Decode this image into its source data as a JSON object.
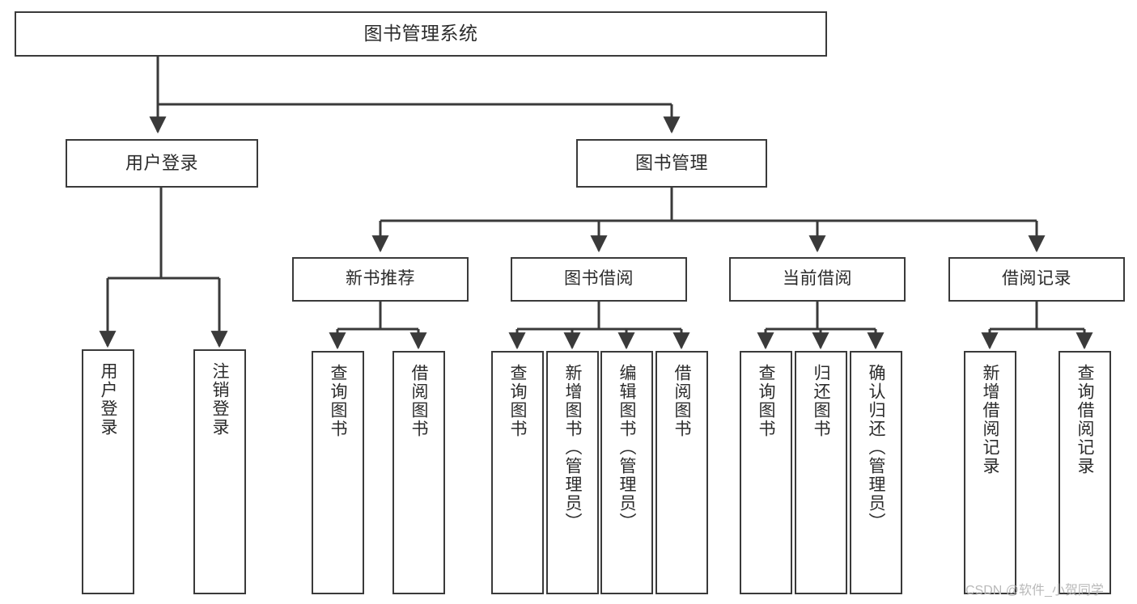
{
  "diagram": {
    "title": "图书管理系统",
    "type": "hierarchy-tree",
    "watermark": "CSDN @软件_小贺同学",
    "colors": {
      "background": "#ffffff",
      "box_border": "#3a3a3a",
      "box_fill": "#ffffff",
      "connector": "#3a3a3a",
      "text": "#2b2b2b",
      "watermark": "#b9b9b9"
    },
    "nodes": {
      "root": {
        "label": "图书管理系统"
      },
      "tier2": [
        {
          "label": "用户登录"
        },
        {
          "label": "图书管理"
        }
      ],
      "tier3": [
        {
          "label": "新书推荐"
        },
        {
          "label": "图书借阅"
        },
        {
          "label": "当前借阅"
        },
        {
          "label": "借阅记录"
        }
      ],
      "leaves_user_login": [
        {
          "label": "用户登录"
        },
        {
          "label": "注销登录"
        }
      ],
      "leaves_new_book": [
        {
          "label": "查询图书"
        },
        {
          "label": "借阅图书"
        }
      ],
      "leaves_borrow": [
        {
          "label": "查询图书"
        },
        {
          "label": "新增图书（管理员）"
        },
        {
          "label": "编辑图书（管理员）"
        },
        {
          "label": "借阅图书"
        }
      ],
      "leaves_current": [
        {
          "label": "查询图书"
        },
        {
          "label": "归还图书"
        },
        {
          "label": "确认归还（管理员）"
        }
      ],
      "leaves_record": [
        {
          "label": "新增借阅记录"
        },
        {
          "label": "查询借阅记录"
        }
      ]
    }
  }
}
